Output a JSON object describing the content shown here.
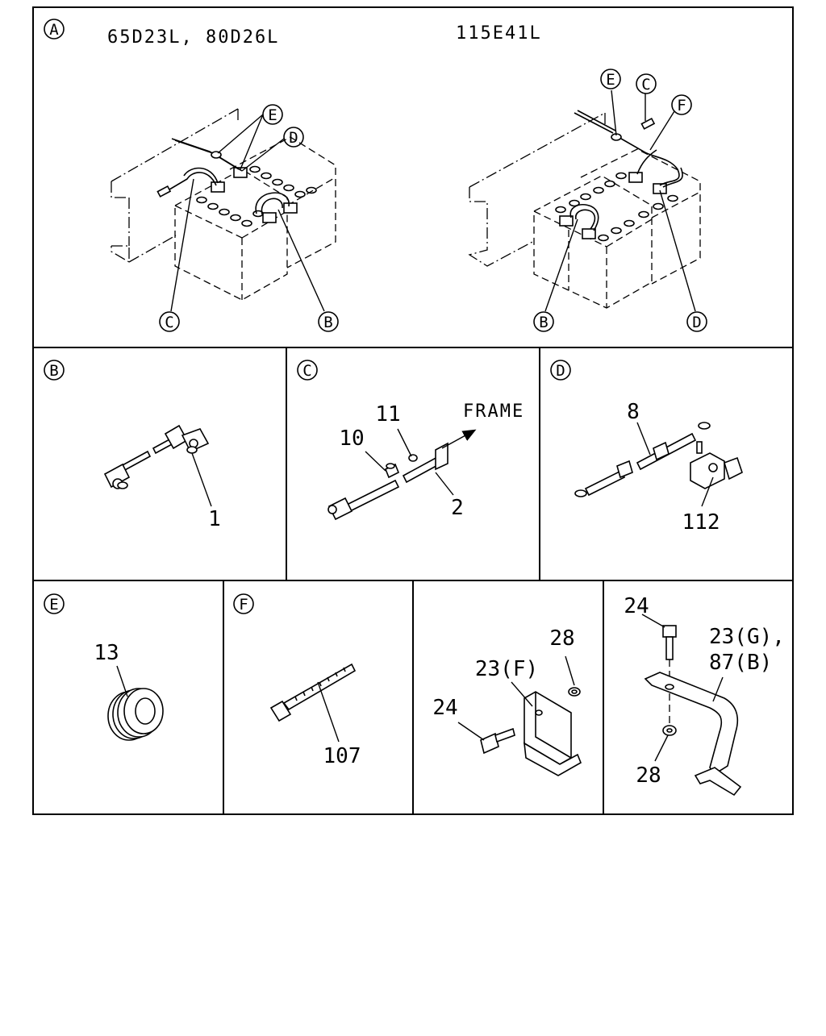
{
  "panels": {
    "A": {
      "marker": "A",
      "left_title": "65D23L, 80D26L",
      "right_title": "115E41L",
      "left_callouts": [
        "E",
        "D",
        "C",
        "B"
      ],
      "right_callouts": [
        "E",
        "C",
        "F",
        "D",
        "B"
      ]
    },
    "B": {
      "marker": "B",
      "parts": [
        "1"
      ]
    },
    "C": {
      "marker": "C",
      "parts": [
        "10",
        "11",
        "2"
      ],
      "frame_label": "FRAME"
    },
    "D": {
      "marker": "D",
      "parts": [
        "8",
        "112"
      ]
    },
    "E": {
      "marker": "E",
      "parts": [
        "13"
      ]
    },
    "F": {
      "marker": "F",
      "parts": [
        "107"
      ]
    },
    "G": {
      "parts": [
        "28",
        "23(F)",
        "24"
      ]
    },
    "H": {
      "parts": [
        "24",
        "23(G),",
        "87(B)",
        "28"
      ]
    }
  }
}
